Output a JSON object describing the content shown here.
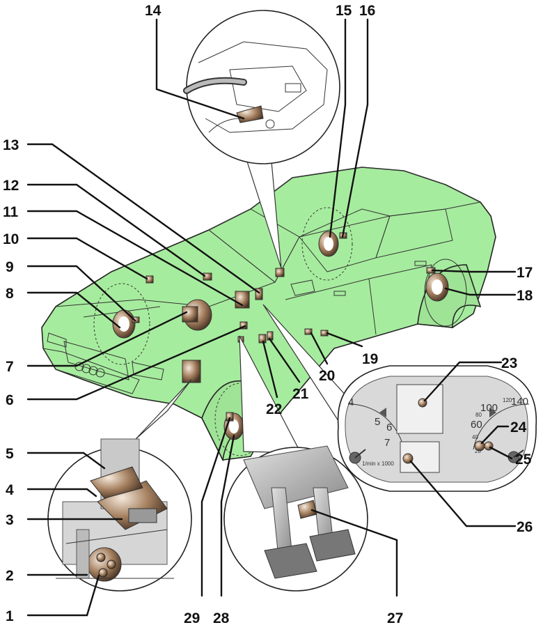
{
  "callouts": [
    "1",
    "2",
    "3",
    "4",
    "5",
    "6",
    "7",
    "8",
    "9",
    "10",
    "11",
    "12",
    "13",
    "14",
    "15",
    "16",
    "17",
    "18",
    "19",
    "20",
    "21",
    "22",
    "23",
    "24",
    "25",
    "26",
    "27",
    "28",
    "29"
  ],
  "tachometer": {
    "ticks": [
      "4",
      "5",
      "6",
      "7"
    ],
    "unit": "1/min x 1000"
  },
  "speedometer": {
    "ticks": [
      "20",
      "40",
      "60",
      "80",
      "100",
      "120",
      "140"
    ]
  },
  "colors": {
    "car_body": "#a6ec9e",
    "outline": "#222222",
    "panel": "#d9d9d9",
    "component": "#9c7a5c"
  }
}
